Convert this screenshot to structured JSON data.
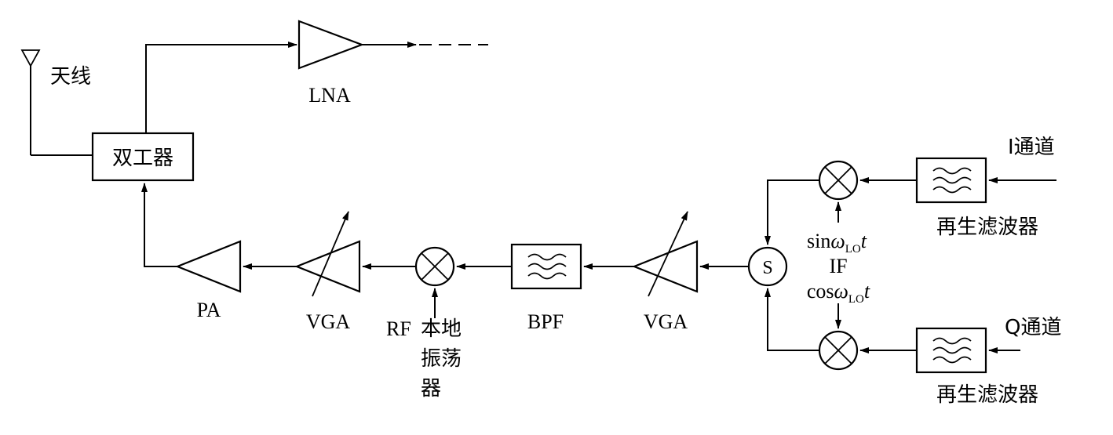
{
  "labels": {
    "antenna": "天线",
    "duplexer": "双工器",
    "lna": "LNA",
    "pa": "PA",
    "vga_tx": "VGA",
    "vga_rx": "VGA",
    "rf": "RF",
    "lo_line1": "本地",
    "lo_line2": "振荡",
    "lo_line3": "器",
    "bpf": "BPF",
    "summer": "S",
    "i_channel": "I通道",
    "q_channel": "Q通道",
    "regen_filter_i": "再生滤波器",
    "regen_filter_q": "再生滤波器",
    "sin_lo_base": "sin",
    "cos_lo_base": "cos",
    "omega": "ω",
    "lo_subscript": "LO",
    "time_var": "t",
    "if_label": "IF"
  }
}
